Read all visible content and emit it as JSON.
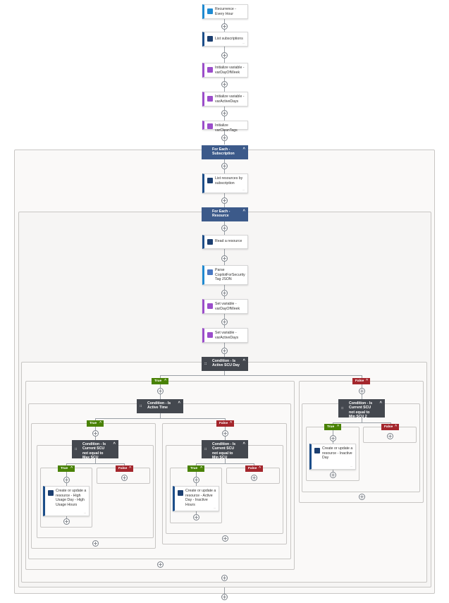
{
  "top_actions": {
    "recurrence": "Recurrence - Every Hour",
    "list_subscriptions": "List subscriptions",
    "init_day": "Initialize variable - varDayOfWeek",
    "init_active": "Initialize variable - varActiveDays",
    "init_clean": "Initialize varCleanTags"
  },
  "foreach_subscription": {
    "title": "For Each - Subscription",
    "list_resources": "List resources by subscription"
  },
  "foreach_resource": {
    "title": "For Each - Resource",
    "read_resource": "Read a resource",
    "parse": "Parse CopilotForSecurity Tag JSON",
    "set_day": "Set variable - varDayOfWeek",
    "set_active": "Set variable - varActiveDays"
  },
  "condition_active_day": {
    "title": "Condition - Is Active SCU Day",
    "true_label": "True",
    "false_label": "False"
  },
  "condition_active_time": {
    "title": "Condition - Is Active Time",
    "true_label": "True",
    "false_label": "False"
  },
  "condition_max": {
    "title": "Condition - Is Current SCU not equal to Max SCU",
    "true_label": "True",
    "false_label": "False",
    "action": "Create or update a resource - High Usage Day - High Usage Hours"
  },
  "condition_min": {
    "title": "Condition - Is Current SCU not equal to Min SCU",
    "true_label": "True",
    "false_label": "False",
    "action": "Create or update a resource - Active Day - Inactive Hours"
  },
  "condition_min2": {
    "title": "Condition - Is Current SCU not equal to Min SCU 2",
    "true_label": "True",
    "false_label": "False",
    "action": "Create or update a resource - Inactive Day"
  },
  "symbols": {
    "plus": "+",
    "chevron_up": "^",
    "dots": "...",
    "cond_icon": "::"
  },
  "colors": {
    "foreach_header": "#3c5a8a",
    "condition_header": "#44484f",
    "true_branch": "#498205",
    "false_branch": "#a4262c"
  }
}
